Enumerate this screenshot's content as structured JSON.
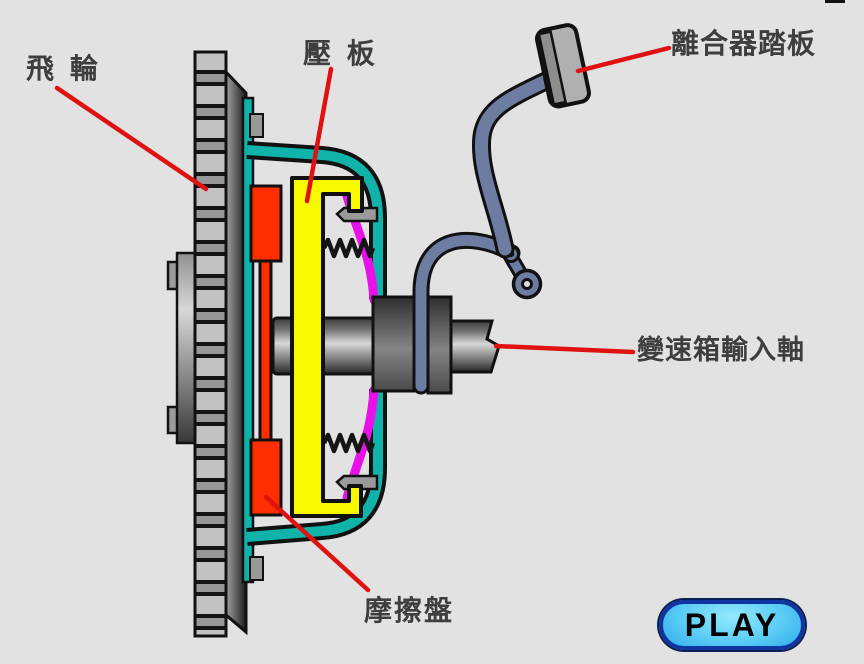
{
  "labels": {
    "flywheel": "飛 輪",
    "pressure_plate": "壓 板",
    "clutch_pedal": "離合器踏板",
    "gearbox_input_shaft": "變速箱輸入軸",
    "friction_disc": "摩擦盤"
  },
  "controls": {
    "play_label": "PLAY"
  },
  "colors": {
    "background": "#e2e2e2",
    "annotation_line_red": "#df1111",
    "label_text": "#3e3e3e",
    "clutch_cover_teal": "#10b3aa",
    "pressure_plate_yellow": "#f8f800",
    "friction_disc_red": "#ff2e00",
    "diaphragm_spring_magenta": "#e812e8",
    "pedal_linkage_slate": "#6d7ca1",
    "play_button_border_blue": "#1034a0",
    "play_button_fill_cyan": "#5bcdf5"
  }
}
